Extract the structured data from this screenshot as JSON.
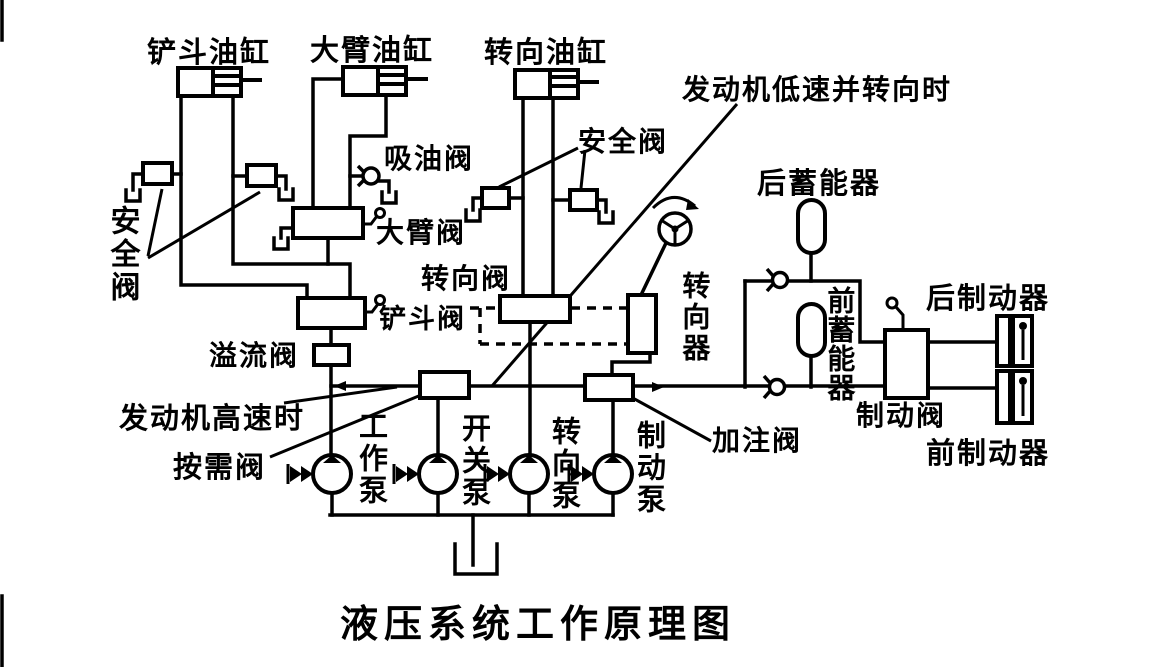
{
  "title": "液压系统工作原理图",
  "labels": {
    "bucket_cylinder": "铲斗油缸",
    "boom_cylinder": "大臂油缸",
    "steering_cylinder": "转向油缸",
    "engine_low_speed": "发动机低速并转向时",
    "suction_valve": "吸油阀",
    "safety_valve_top": "安全阀",
    "safety_valve_left": "安全阀",
    "boom_valve": "大臂阀",
    "steering_valve": "转向阀",
    "bucket_valve": "铲斗阀",
    "relief_valve": "溢流阀",
    "engine_high_speed": "发动机高速时",
    "demand_valve": "按需阀",
    "work_pump": "工作泵",
    "switch_pump": "开关泵",
    "steering_pump": "转向泵",
    "brake_pump": "制动泵",
    "fill_valve": "加注阀",
    "rear_accumulator": "后蓄能器",
    "front_accumulator": "前蓄能器",
    "steering_gear": "转向器",
    "brake_valve": "制动阀",
    "rear_brake": "后制动器",
    "front_brake": "前制动器"
  },
  "colors": {
    "ink": "#000000",
    "background": "#ffffff"
  }
}
